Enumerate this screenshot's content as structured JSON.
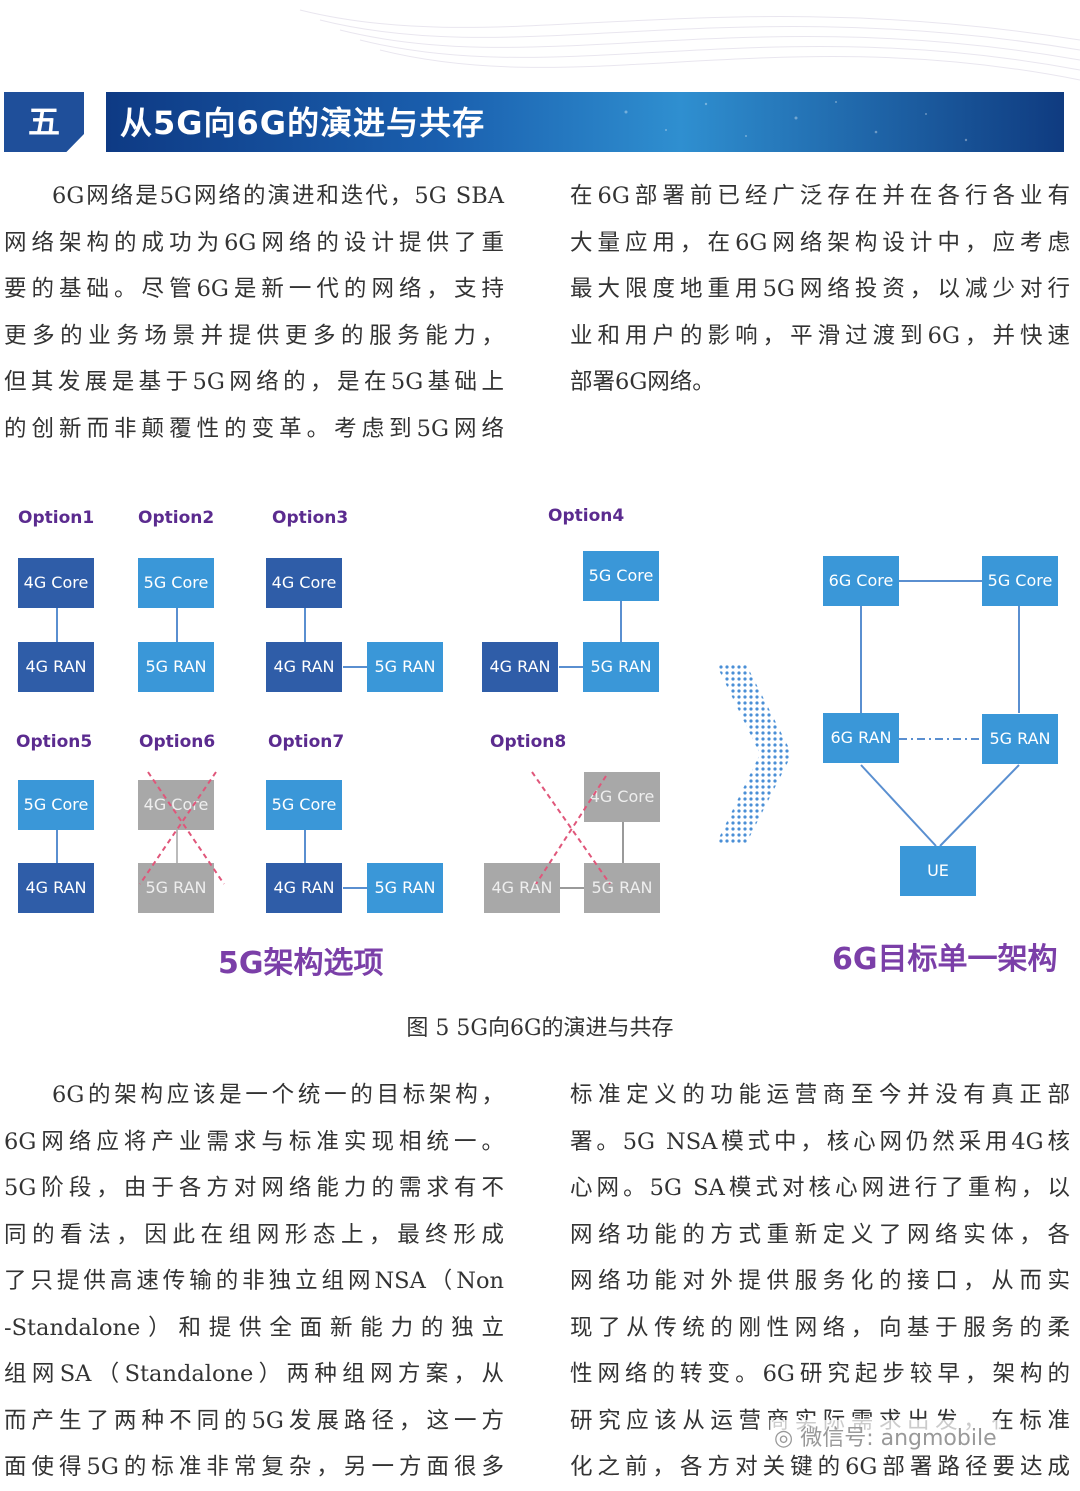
{
  "section": {
    "number": "五",
    "title": "从5G向6G的演进与共存"
  },
  "intro": {
    "left_lines": [
      "6G网络是5G网络的演进和迭代，5G SBA",
      "网络架构的成功为6G网络的设计提供了重",
      "要的基础。尽管6G是新一代的网络，支持",
      "更多的业务场景并提供更多的服务能力，",
      "但其发展是基于5G网络的，是在5G基础上",
      "的创新而非颠覆性的变革。考虑到5G网络"
    ],
    "right_lines": [
      "在6G部署前已经广泛存在并在各行各业有",
      "大量应用，在6G网络架构设计中，应考虑",
      "最大限度地重用5G网络投资，以减少对行",
      "业和用户的影响，平滑过渡到6G，并快速",
      "部署6G网络。"
    ]
  },
  "diagram": {
    "options": {
      "o1": "Option1",
      "o2": "Option2",
      "o3": "Option3",
      "o4": "Option4",
      "o5": "Option5",
      "o6": "Option6",
      "o7": "Option7",
      "o8": "Option8"
    },
    "nodes": {
      "core4g": "4G Core",
      "core5g": "5G Core",
      "ran4g": "4G RAN",
      "ran5g": "5G RAN",
      "core6g": "6G Core",
      "ran6g": "6G RAN",
      "ue": "UE"
    },
    "left_caption": "5G架构选项",
    "right_caption": "6G目标单一架构"
  },
  "figure_caption": "图 5 5G向6G的演进与共存",
  "body": {
    "left_lines": [
      "6G的架构应该是一个统一的目标架构，",
      "6G网络应将产业需求与标准实现相统一。",
      "5G阶段，由于各方对网络能力的需求有不",
      "同的看法，因此在组网形态上，最终形成",
      "了只提供高速传输的非独立组网NSA（Non",
      "-Standalone）和提供全面新能力的独立",
      "组网SA（Standalone）两种组网方案，从",
      "而产生了两种不同的5G发展路径，这一方",
      "面使得5G的标准非常复杂，另一方面很多"
    ],
    "right_lines": [
      "标准定义的功能运营商至今并没有真正部",
      "署。5G NSA模式中，核心网仍然采用4G核",
      "心网。5G SA模式对核心网进行了重构，以",
      "网络功能的方式重新定义了网络实体，各",
      "网络功能对外提供服务化的接口，从而实",
      "现了从传统的刚性网络，向基于服务的柔",
      "性网络的转变。6G研究起步较早，架构的",
      "研究应该从运营商实际需求出发，在标准",
      "化之前，各方对关键的6G部署路径要达成"
    ]
  },
  "watermark": "微信号: angmobile"
}
